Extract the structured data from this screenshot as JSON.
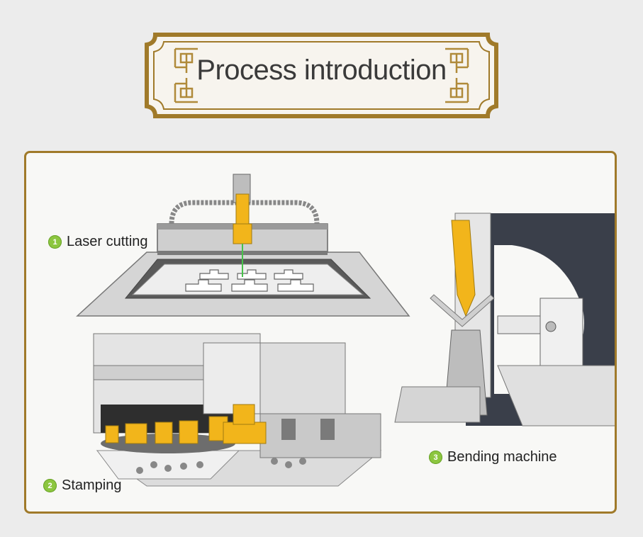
{
  "header": {
    "title": "Process introduction"
  },
  "steps": [
    {
      "number": "1",
      "label": "Laser cutting"
    },
    {
      "number": "2",
      "label": "Stamping"
    },
    {
      "number": "3",
      "label": "Bending machine"
    }
  ],
  "colors": {
    "frame_gold": "#a07a2a",
    "badge_green": "#8cc63f",
    "machine_yellow": "#f2b51b"
  }
}
